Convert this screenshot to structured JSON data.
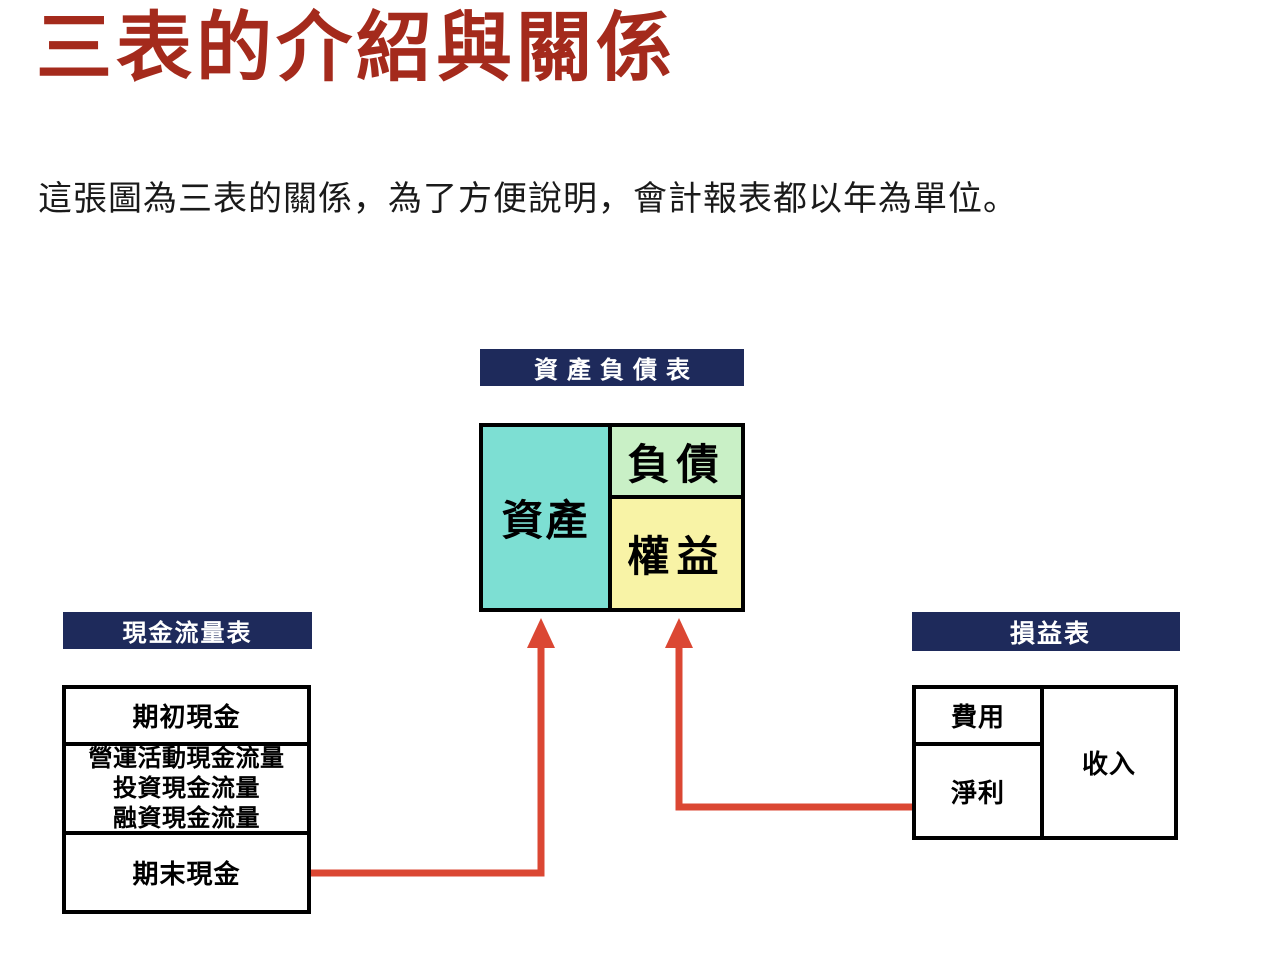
{
  "page": {
    "title": "三表的介紹與關係",
    "subtitle": "這張圖為三表的關係，為了方便說明，會計報表都以年為單位。"
  },
  "colors": {
    "title_red": "#a42a1c",
    "header_band_navy": "#1e2a5b",
    "arrow_red": "#db4733",
    "assets_teal": "#7ddfd3",
    "liabilities_green": "#c9f0c6",
    "equity_yellow": "#f8f3a6",
    "table_border_black": "#000000"
  },
  "balance_sheet": {
    "header": "資產負債表",
    "assets": "資產",
    "liabilities": "負債",
    "equity": "權益"
  },
  "cash_flow_statement": {
    "header": "現金流量表",
    "rows": [
      {
        "label": "期初現金"
      },
      {
        "lines": [
          "營運活動現金流量",
          "投資現金流量",
          "融資現金流量"
        ]
      },
      {
        "label": "期末現金"
      }
    ]
  },
  "income_statement": {
    "header": "損益表",
    "expenses": "費用",
    "net_profit": "淨利",
    "revenue": "收入"
  },
  "arrows": [
    {
      "name": "cash-flow-to-assets",
      "from": "期末現金",
      "to": "資產"
    },
    {
      "name": "net-profit-to-equity",
      "from": "淨利",
      "to": "權益"
    }
  ]
}
